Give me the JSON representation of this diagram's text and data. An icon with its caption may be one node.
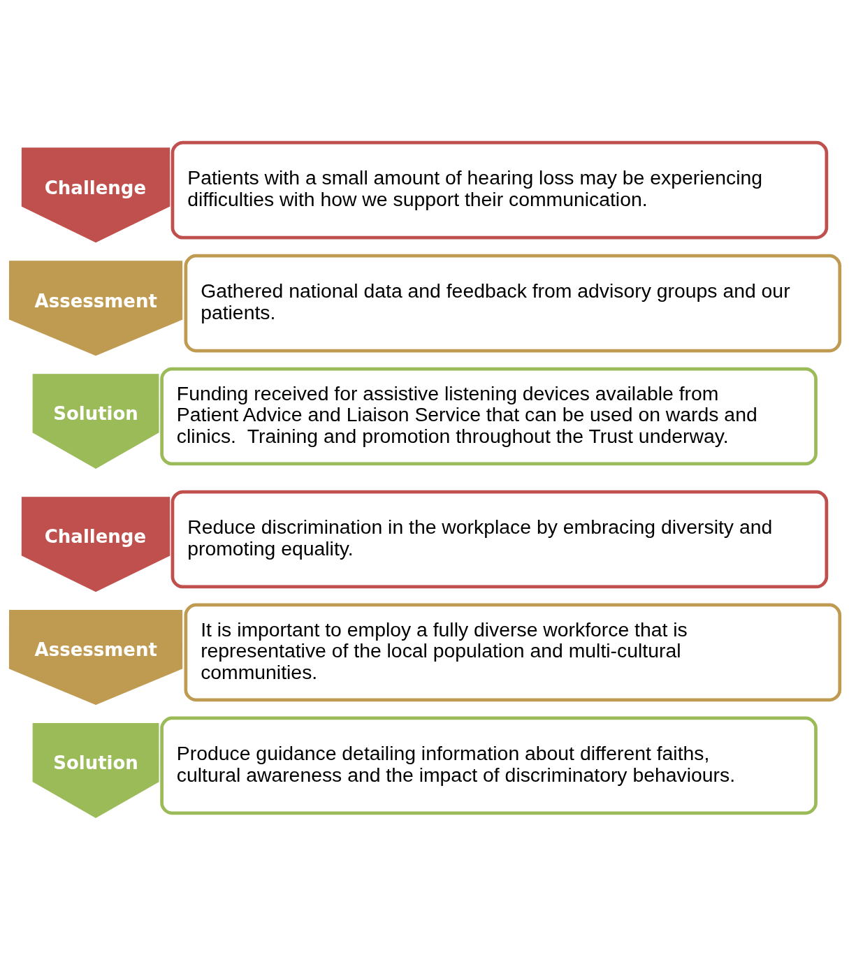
{
  "diagram": {
    "nodes": [
      {
        "text": [
          "Challenge"
        ]
      },
      {
        "text": [
          "Patients with a small amount of hearing loss may be experiencing difficulties with how we support their communication."
        ]
      },
      {
        "text": [
          "Assessment"
        ]
      },
      {
        "text": [
          "Gathered national data and feedback from advisory groups and our patients."
        ]
      },
      {
        "text": [
          "Solution"
        ]
      },
      {
        "text": [
          "Funding received for assistive listening devices available from Patient Advice and Liaison Service that can be used on wards and clinics.  Training and promotion throughout the Trust underway."
        ]
      },
      {
        "text": [
          "Challenge"
        ]
      },
      {
        "text": [
          "Reduce discrimination in the workplace by embracing diversity and promoting equality."
        ]
      },
      {
        "text": [
          "Assessment"
        ]
      },
      {
        "text": [
          "It is important to employ a fully diverse workforce that is representative of the local population and multi-cultural communities."
        ]
      },
      {
        "text": [
          "Solution"
        ]
      },
      {
        "text": [
          "Produce guidance detailing information about different faiths, cultural awareness and the impact of discriminatory behaviours."
        ]
      }
    ]
  }
}
